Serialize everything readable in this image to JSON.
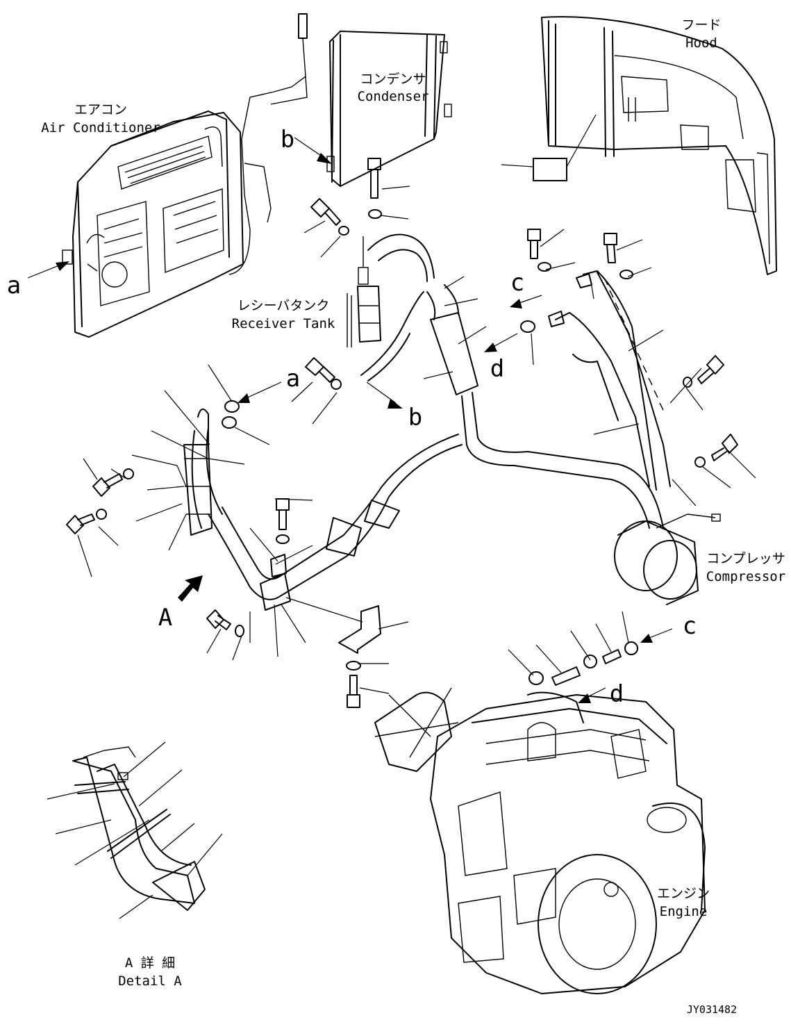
{
  "components": {
    "air_conditioner": {
      "jp": "エアコン",
      "en": "Air Conditioner"
    },
    "condenser": {
      "jp": "コンデンサ",
      "en": "Condenser"
    },
    "hood": {
      "jp": "フード",
      "en": "Hood"
    },
    "receiver_tank": {
      "jp": "レシーバタンク",
      "en": "Receiver Tank"
    },
    "compressor": {
      "jp": "コンプレッサ",
      "en": "Compressor"
    },
    "engine": {
      "jp": "エンジン",
      "en": "Engine"
    }
  },
  "detail": {
    "jp": "A 詳 細",
    "en": "Detail A"
  },
  "markers": {
    "a1": "a",
    "a2": "a",
    "b1": "b",
    "b2": "b",
    "c1": "c",
    "c2": "c",
    "d1": "d",
    "d2": "d",
    "view": "A"
  },
  "drawing_number": "JY031482"
}
